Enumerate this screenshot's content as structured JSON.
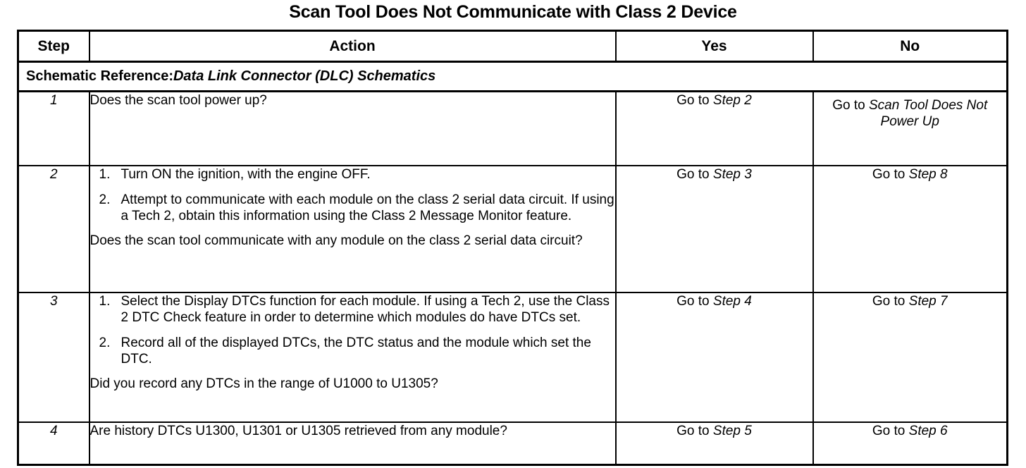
{
  "document": {
    "title": "Scan Tool Does Not Communicate with Class 2 Device"
  },
  "table": {
    "columns": [
      {
        "key": "step",
        "header": "Step"
      },
      {
        "key": "action",
        "header": "Action"
      },
      {
        "key": "yes",
        "header": "Yes"
      },
      {
        "key": "no",
        "header": "No"
      }
    ],
    "schematic_reference": {
      "label": "Schematic Reference:",
      "value": "Data Link Connector (DLC) Schematics"
    },
    "rows": [
      {
        "step": "1",
        "action": {
          "list": [],
          "question": "Does the scan tool power up?"
        },
        "yes": {
          "prefix": "Go to ",
          "target": "Step 2"
        },
        "no": {
          "prefix": "Go to ",
          "target": "Scan Tool Does Not Power Up"
        }
      },
      {
        "step": "2",
        "action": {
          "list": [
            "Turn ON the ignition, with the engine OFF.",
            "Attempt to communicate with each module on the class 2 serial data circuit. If using a Tech 2, obtain this information using the Class 2 Message Monitor feature."
          ],
          "question": "Does the scan tool communicate with any module on the class 2 serial data circuit?"
        },
        "yes": {
          "prefix": "Go to ",
          "target": "Step 3"
        },
        "no": {
          "prefix": "Go to ",
          "target": "Step 8"
        }
      },
      {
        "step": "3",
        "action": {
          "list": [
            "Select the Display DTCs function for each module. If using a Tech 2, use the Class 2 DTC Check feature in order to determine which modules do have DTCs set.",
            "Record all of the displayed DTCs, the DTC status and the module which set the DTC."
          ],
          "question": "Did you record any DTCs in the range of U1000 to U1305?"
        },
        "yes": {
          "prefix": "Go to ",
          "target": "Step 4"
        },
        "no": {
          "prefix": "Go to ",
          "target": "Step 7"
        }
      },
      {
        "step": "4",
        "action": {
          "list": [],
          "question": "Are history DTCs U1300, U1301 or U1305 retrieved from any module?"
        },
        "yes": {
          "prefix": "Go to ",
          "target": "Step 5"
        },
        "no": {
          "prefix": "Go to ",
          "target": "Step 6"
        }
      }
    ]
  },
  "colors": {
    "text": "#000000",
    "background": "#ffffff",
    "border": "#000000"
  }
}
